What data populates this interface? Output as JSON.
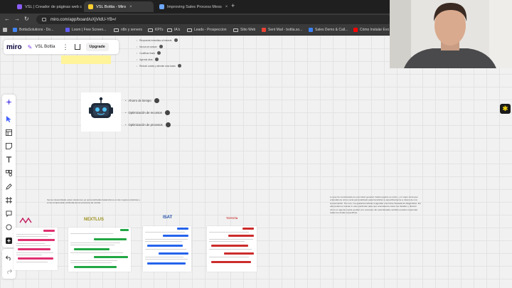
{
  "browser": {
    "tabs": [
      {
        "title": "VSL | Creador de páginas web c",
        "favicon_color": "#8b5cf6",
        "active": false
      },
      {
        "title": "VSL Bottia - Miro",
        "favicon_color": "#ffd02f",
        "active": true
      },
      {
        "title": "Improving Sales Process Mess",
        "favicon_color": "#6ea8fe",
        "active": false
      }
    ],
    "url": "miro.com/app/board/uXjVIdU-YB=/",
    "bookmarks": [
      {
        "label": "BottiaSolutions - Do...",
        "kind": "site",
        "color": "#4285f4"
      },
      {
        "label": "Loom | Free Screen...",
        "kind": "site",
        "color": "#625df5"
      },
      {
        "label": "n8n y servers",
        "kind": "folder"
      },
      {
        "label": "KPI's",
        "kind": "folder"
      },
      {
        "label": "IA's",
        "kind": "folder"
      },
      {
        "label": "Leads - Prospeccion",
        "kind": "folder"
      },
      {
        "label": "Sitio Web",
        "kind": "folder"
      },
      {
        "label": "Sent Mail - bottia.so...",
        "kind": "site",
        "color": "#ea4335"
      },
      {
        "label": "Sales Demo & Call...",
        "kind": "site",
        "color": "#3b82f6"
      },
      {
        "label": "Cómo Instalar Evo",
        "kind": "site",
        "color": "#ff0000"
      }
    ]
  },
  "miro": {
    "logo": "miro",
    "board_name": "VSL Bottia",
    "upgrade_label": "Upgrade",
    "top_list": [
      "Respuesta inmediata al instante",
      "Nunca se cansan",
      "Cualificar leads",
      "Agenda citas",
      "Reducir costes y atender más leads"
    ],
    "benefits": [
      "Ahorro de tiempo",
      "Optimización de recursos",
      "Optimización de procesos"
    ],
    "caption_left": "hemos desarrollado estas soluciones ya personalizadas basándonos en las mejores prácticas y en la comprensión profunda de los procesos de ventas",
    "caption_right": "Lo que he mencionado es una visión general. Cada negocio es único, y lo mejor sería que entendamos cómo sería personalizado para beneficiar a especificamente a través de una conversación. Por eso, me gustaría invitarte a agendar una breve llamada de diagnóstico. En ella podemos revisar tu caso particular para que entendamos todos los detalles y discutir cómo un agente puede ayudar a tu empresa. En esta llamada, también puedes responder todas tus dudas especificas.",
    "client_logos": [
      "NEXTLUS",
      "ISAT",
      "TOYOTA"
    ]
  },
  "colors": {
    "miro_yellow": "#ffd02f",
    "sticky": "#fff49a",
    "pink": "#e0306f",
    "green": "#22a744",
    "blue": "#2563eb",
    "red": "#cc2b2b"
  }
}
